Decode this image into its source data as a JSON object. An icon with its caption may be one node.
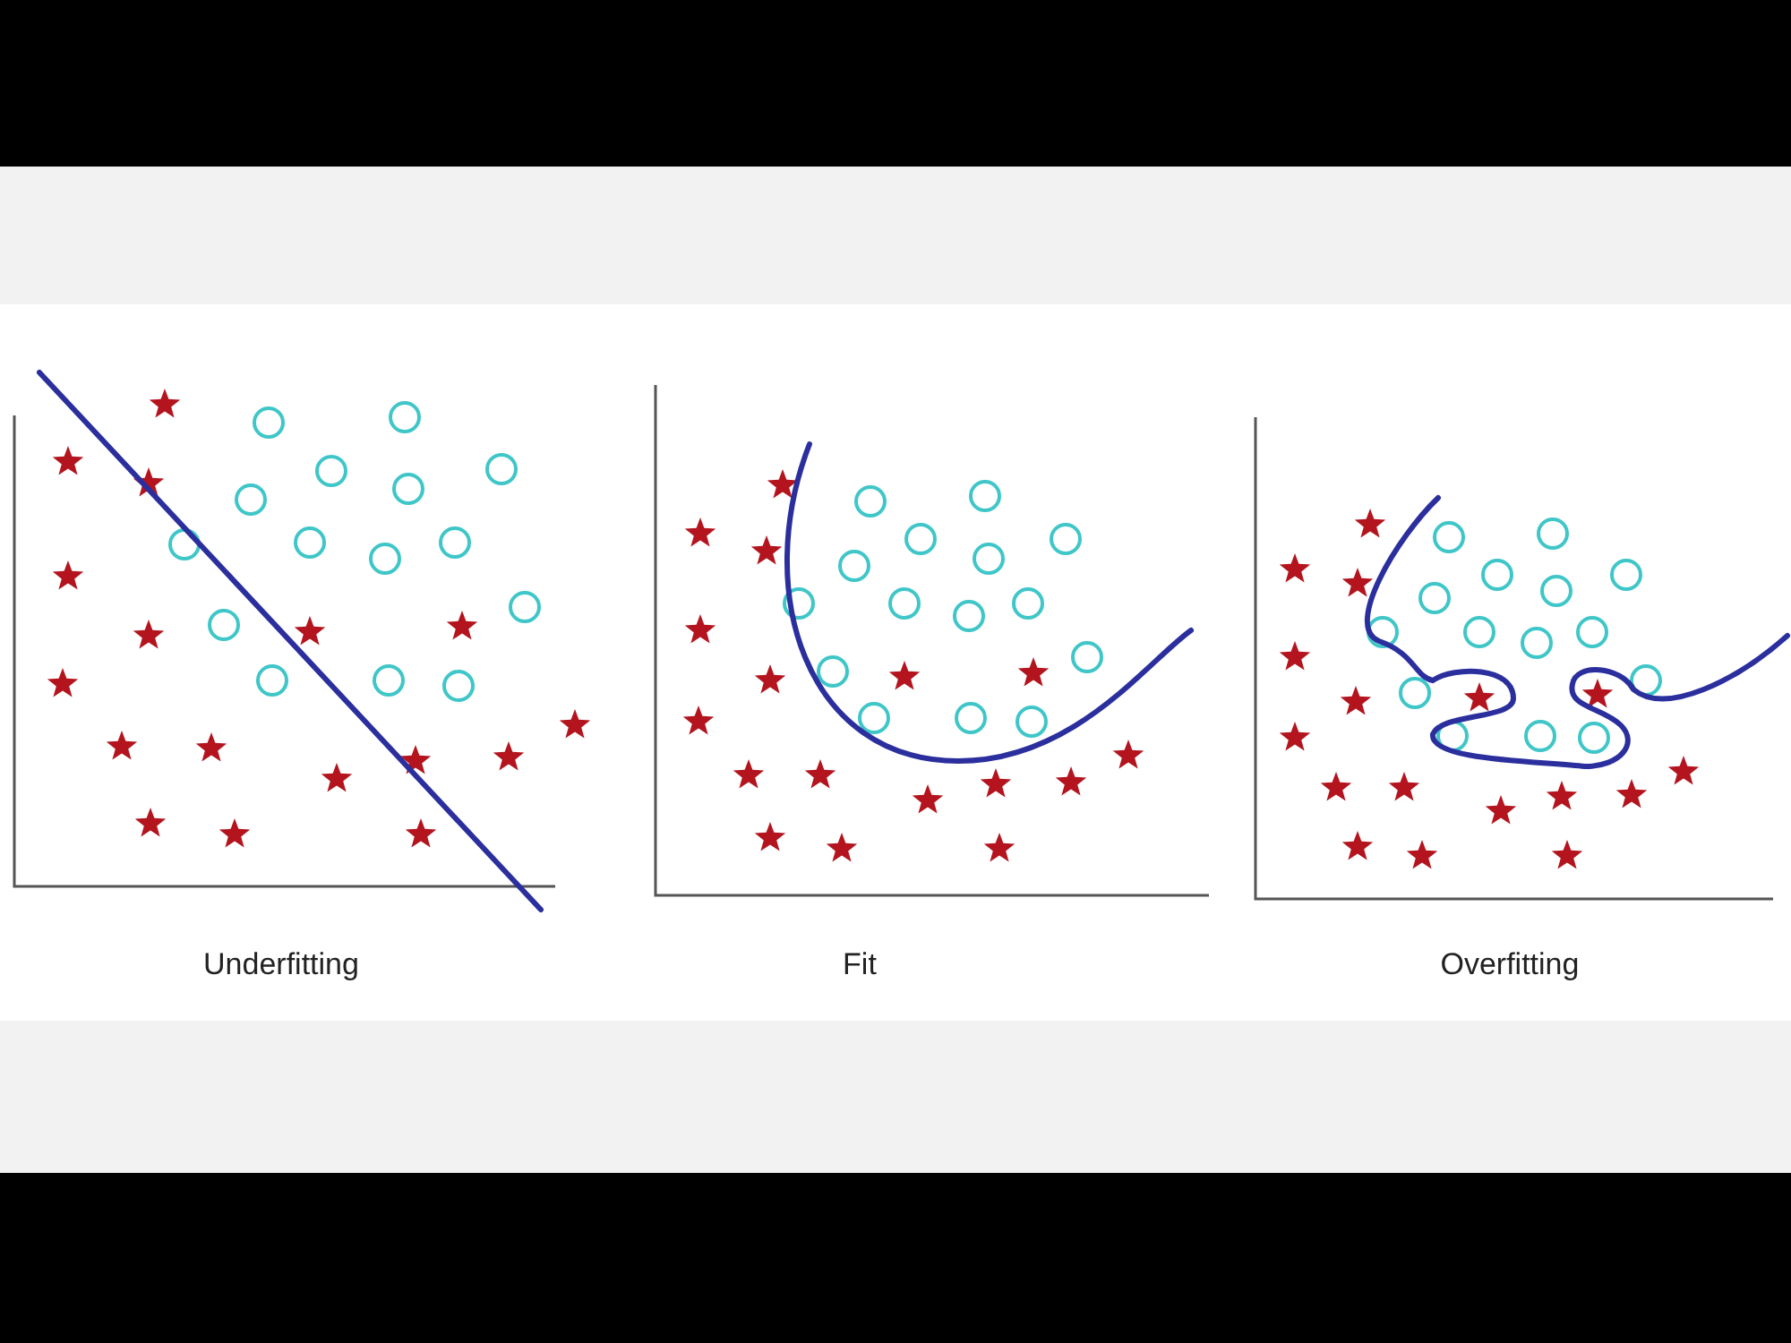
{
  "diagram": {
    "labels": [
      "Underfitting",
      "Fit",
      "Overfitting"
    ]
  }
}
